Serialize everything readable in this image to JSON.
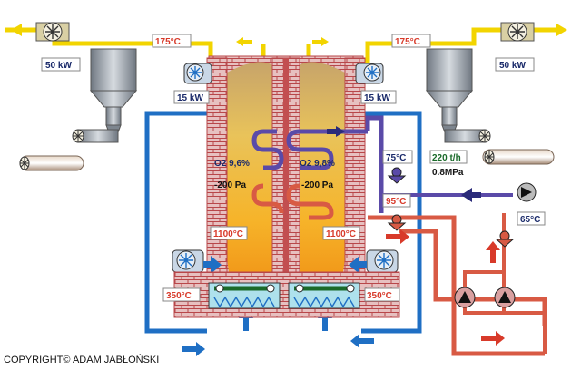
{
  "colors": {
    "duct_yellow": "#f2d400",
    "cold_blue": "#1f6fc4",
    "hot_red": "#d85a44",
    "steam_purple": "#5a4aa8",
    "brick": "#b8474a",
    "furnace_glow": "#f0b020",
    "gray_metal": "#9aa3ad"
  },
  "labels": {
    "temp_exhaust_left": "175°C",
    "temp_exhaust_right": "175°C",
    "fan_power_left": "50 kW",
    "fan_power_right": "50 kW",
    "blower_power_left": "15 kW",
    "blower_power_right": "15 kW",
    "oxygen_left": "O2 9,6%",
    "oxygen_right": "O2 9,8%",
    "pressure_left": "-200 Pa",
    "pressure_right": "-200 Pa",
    "temp_steam": "75°C",
    "temp_hot_water": "95°C",
    "temp_return": "65°C",
    "flow_rate": "220 t/h",
    "steam_pressure": "0.8MPa",
    "temp_furnace_left": "1100°C",
    "temp_furnace_right": "1100°C",
    "temp_grate_left": "350°C",
    "temp_grate_right": "350°C",
    "copyright": "COPYRIGHT© ADAM JABŁOŃSKI"
  }
}
